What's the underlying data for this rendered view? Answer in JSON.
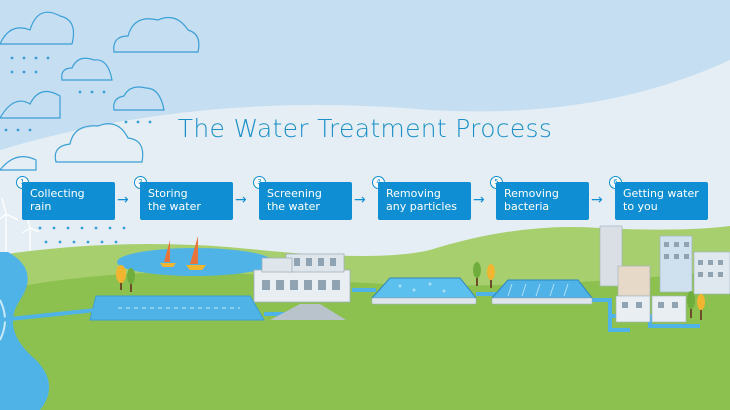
{
  "title": "The Water Treatment Process",
  "steps": [
    {
      "number": "1",
      "label": "Collecting\nrain"
    },
    {
      "number": "2",
      "label": "Storing\nthe water"
    },
    {
      "number": "3",
      "label": "Screening\nthe water"
    },
    {
      "number": "4",
      "label": "Removing\nany particles"
    },
    {
      "number": "5",
      "label": "Removing\nbacteria"
    },
    {
      "number": "6",
      "label": "Getting water\nto you"
    }
  ],
  "icons": {
    "arrow": "right-arrow-icon"
  },
  "colors": {
    "sky": "#c9e1f2",
    "cloud_outline": "#3a9fd6",
    "step_box": "#0f8ed3",
    "title": "#1b8fc8",
    "hill_dark": "#8cc150",
    "hill_light": "#a8cf6e",
    "water": "#4fb3e8"
  }
}
